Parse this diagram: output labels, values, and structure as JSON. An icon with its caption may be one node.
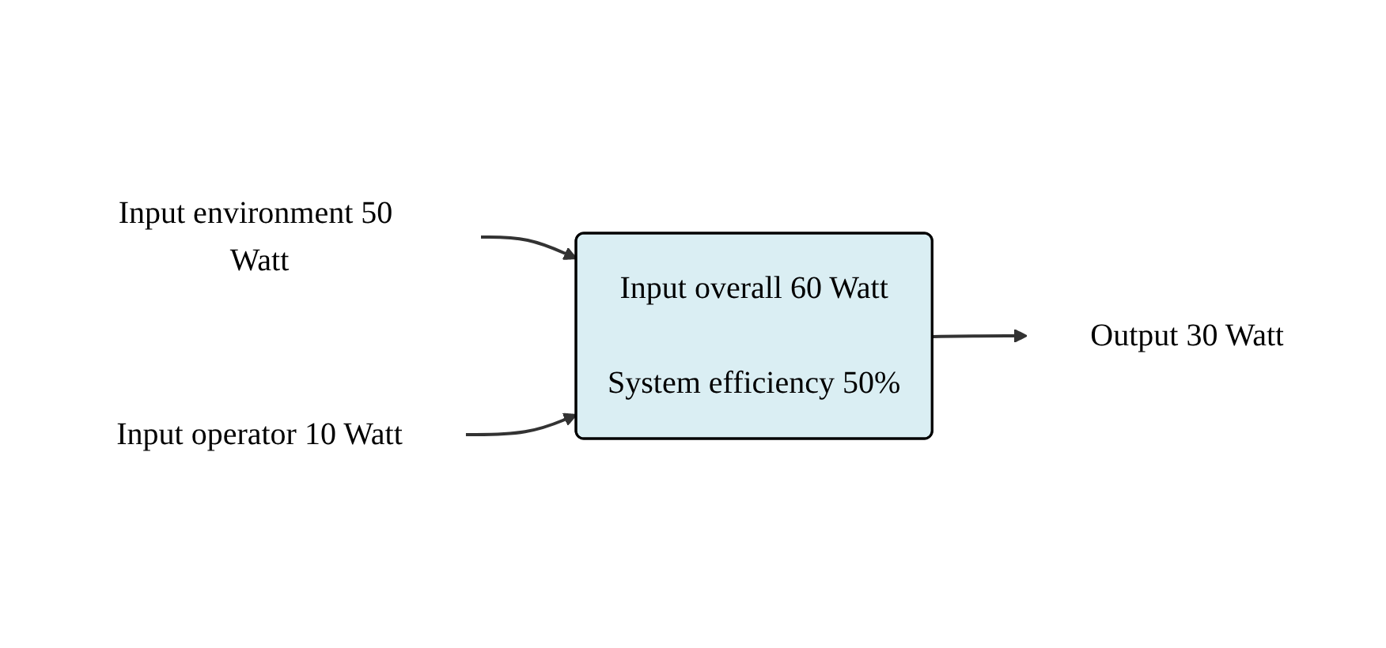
{
  "diagram": {
    "nodes": [
      {
        "text": [
          "Input environment 50 Watt"
        ]
      },
      {
        "text": [
          "Input overall 60 Watt",
          "System efficiency 50%"
        ]
      },
      {
        "text": [
          "Input operator 10 Watt"
        ]
      },
      {
        "text": [
          "Output 30 Watt"
        ]
      }
    ],
    "edges": [
      {
        "from": 0,
        "to": 1,
        "arrow": "to"
      },
      {
        "from": 2,
        "to": 1,
        "arrow": "to"
      },
      {
        "from": 1,
        "to": 3,
        "arrow": "to"
      }
    ]
  }
}
